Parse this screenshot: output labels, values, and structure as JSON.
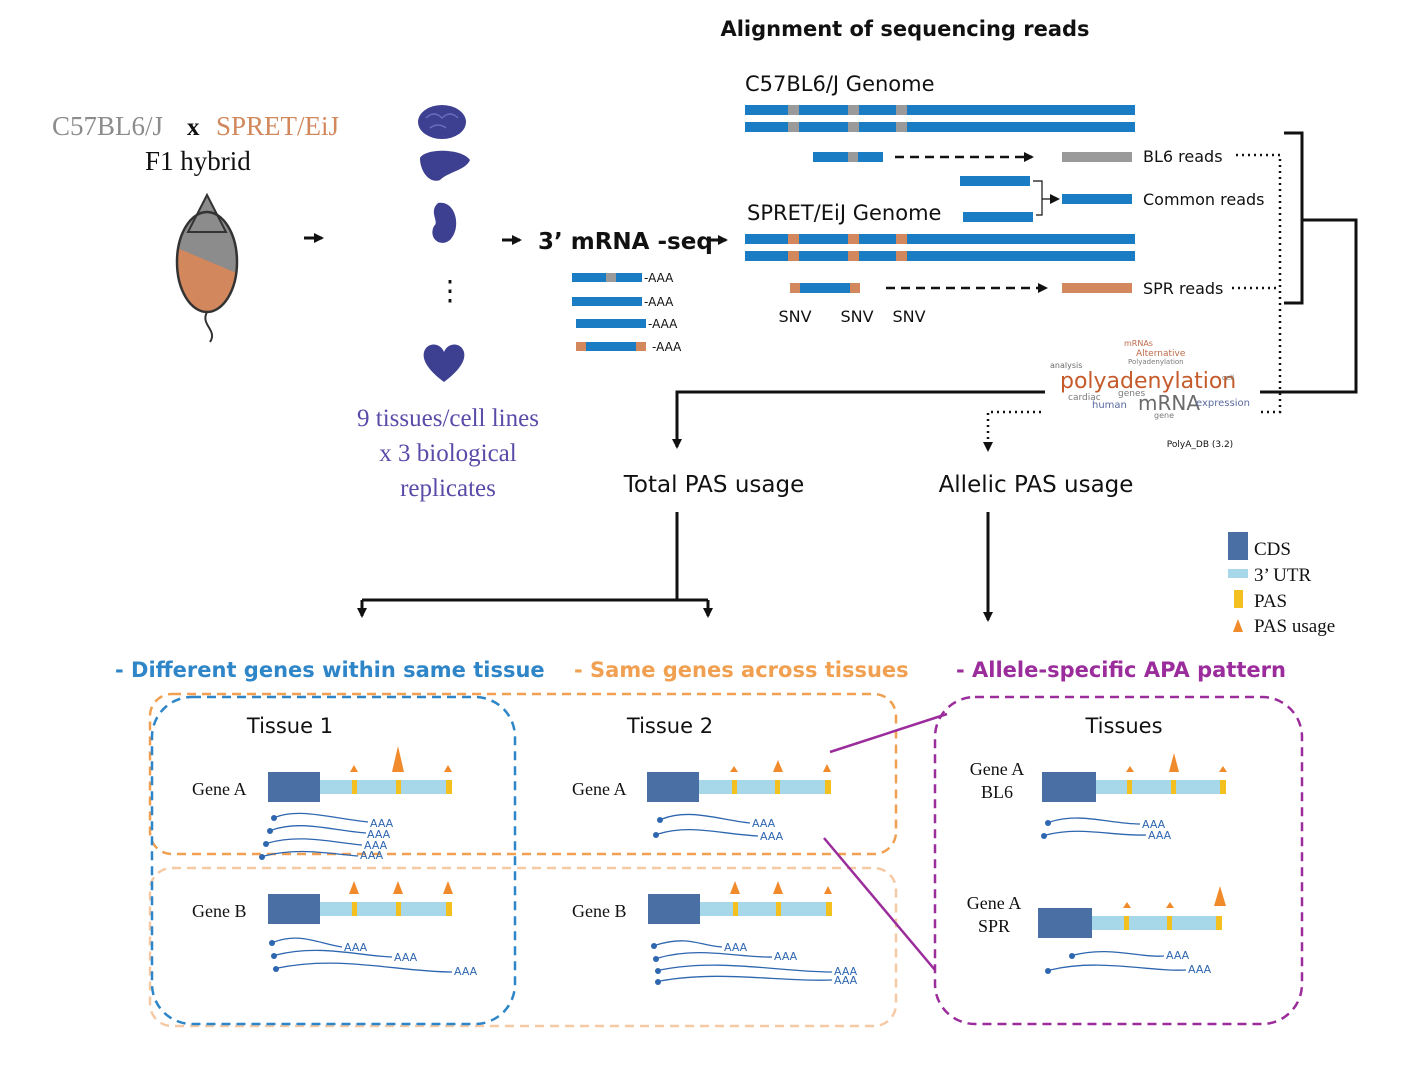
{
  "colors": {
    "genome_blue": "#1a7dc3",
    "snv_gray": "#9a9a9a",
    "spr_orange": "#d2875c",
    "c57_gray": "#8c8c8c",
    "tissue_purple": "#5b4ba8",
    "cds_blue": "#4a6fa5",
    "utr_blue": "#a6d8ea",
    "pas_yellow": "#f3c020",
    "usage_orange": "#f08a2a",
    "blue_heading": "#2e86c8",
    "orange_heading": "#f0a050",
    "purple_heading": "#9b2c9b",
    "light_orange_box": "#f5c9a4"
  },
  "cross": {
    "strain1": "C57BL6/J",
    "x": "x",
    "strain2": "SPRET/EiJ",
    "hybrid": "F1 hybrid"
  },
  "tissues": {
    "ellipsis": "⋮",
    "caption": [
      "9 tissues/cell lines",
      "x 3 biological",
      "replicates"
    ]
  },
  "seq": {
    "label": "3’ mRNA -seq",
    "read_tail": "-AAA"
  },
  "alignment": {
    "title": "Alignment of sequencing reads",
    "genome1": "C57BL6/J Genome",
    "genome2": "SPRET/EiJ Genome",
    "bl6_reads": "BL6 reads",
    "common_reads": "Common reads",
    "spr_reads": "SPR reads",
    "snv": "SNV"
  },
  "wordcloud": {
    "main": "polyadenylation",
    "mrna": "mRNA",
    "words": [
      "mRNAs",
      "Alternative",
      "Polyadenylation",
      "analysis",
      "cardiac",
      "human",
      "genes",
      "expression",
      "gene",
      "cell"
    ],
    "source": "PolyA_DB (3.2)"
  },
  "analysis": {
    "total": "Total PAS usage",
    "allelic": "Allelic PAS usage"
  },
  "legend": {
    "cds": "CDS",
    "utr": "3’ UTR",
    "pas": "PAS",
    "usage": "PAS usage"
  },
  "panels": {
    "heading1": "- Different genes within same tissue",
    "heading2": "- Same genes across tissues",
    "heading3": "- Allele-specific APA pattern",
    "tissue1": "Tissue 1",
    "tissue2": "Tissue 2",
    "tissues": "Tissues",
    "gene_a": "Gene A",
    "gene_b": "Gene B",
    "gene_a_bl6": [
      "Gene A",
      "BL6"
    ],
    "gene_a_spr": [
      "Gene A",
      "SPR"
    ],
    "poly_a": "AAA"
  }
}
